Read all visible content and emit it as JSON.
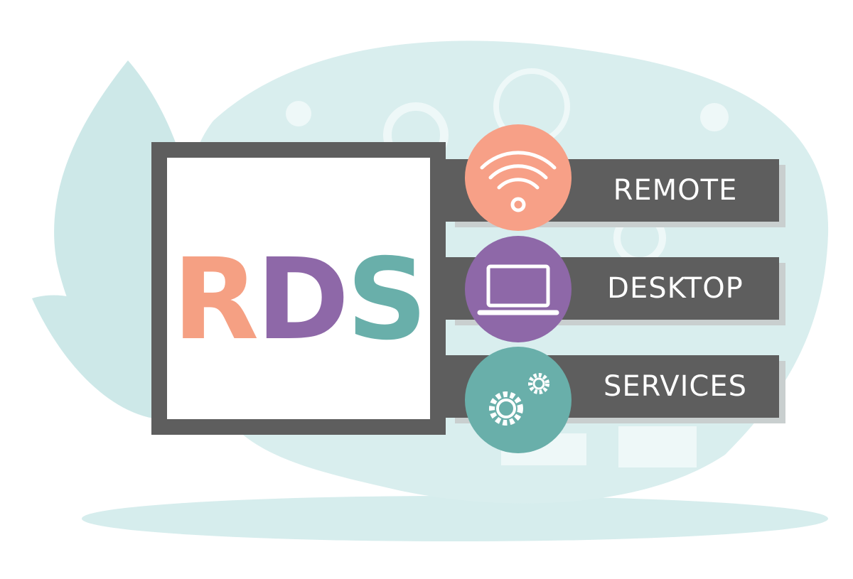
{
  "acronym": {
    "letters": [
      "R",
      "D",
      "S"
    ]
  },
  "items": [
    {
      "label": "REMOTE",
      "icon": "wifi-icon"
    },
    {
      "label": "DESKTOP",
      "icon": "laptop-icon"
    },
    {
      "label": "SERVICES",
      "icon": "gears-icon"
    }
  ],
  "colors": {
    "r": "#f5a083",
    "d": "#8e68a8",
    "s": "#69afaa",
    "bar": "#5e5e5e",
    "bg": "#d9eeee"
  }
}
